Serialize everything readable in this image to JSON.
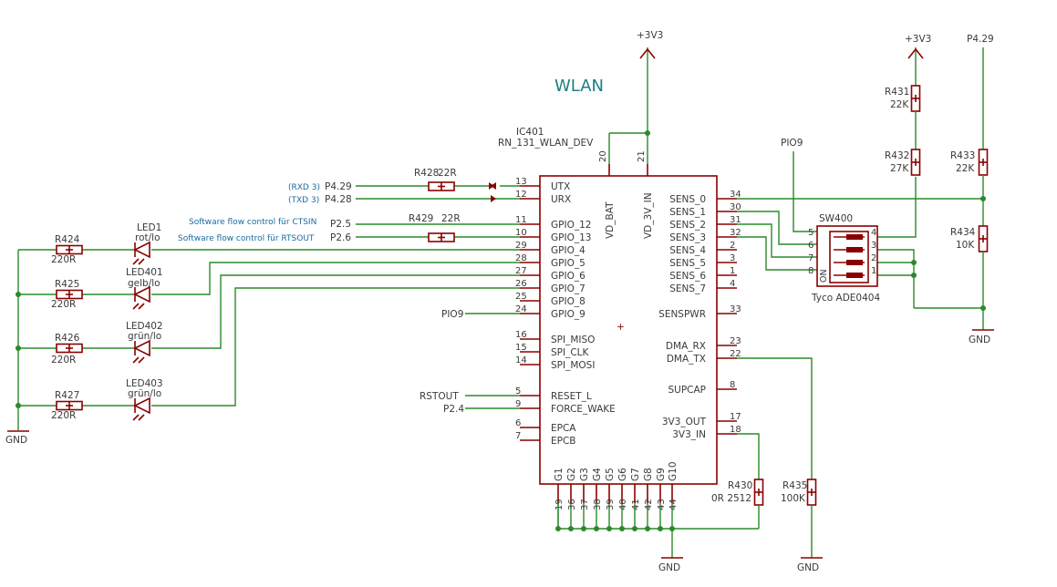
{
  "title": "WLAN",
  "ic": {
    "ref": "IC401",
    "value": "RN_131_WLAN_DEV",
    "top_pins": [
      {
        "num": "20",
        "name": "VD_BAT"
      },
      {
        "num": "21",
        "name": "VD_3V_IN"
      }
    ],
    "left_pins": [
      {
        "num": "13",
        "name": "UTX"
      },
      {
        "num": "12",
        "name": "URX"
      },
      {
        "num": "11",
        "name": "GPIO_12"
      },
      {
        "num": "10",
        "name": "GPIO_13"
      },
      {
        "num": "29",
        "name": "GPIO_4"
      },
      {
        "num": "28",
        "name": "GPIO_5"
      },
      {
        "num": "27",
        "name": "GPIO_6"
      },
      {
        "num": "26",
        "name": "GPIO_7"
      },
      {
        "num": "25",
        "name": "GPIO_8"
      },
      {
        "num": "24",
        "name": "GPIO_9"
      },
      {
        "num": "16",
        "name": "SPI_MISO"
      },
      {
        "num": "15",
        "name": "SPI_CLK"
      },
      {
        "num": "14",
        "name": "SPI_MOSI"
      },
      {
        "num": "5",
        "name": "RESET_L"
      },
      {
        "num": "9",
        "name": "FORCE_WAKE"
      },
      {
        "num": "6",
        "name": "EPCA"
      },
      {
        "num": "7",
        "name": "EPCB"
      }
    ],
    "right_pins": [
      {
        "num": "34",
        "name": "SENS_0"
      },
      {
        "num": "30",
        "name": "SENS_1"
      },
      {
        "num": "31",
        "name": "SENS_2"
      },
      {
        "num": "32",
        "name": "SENS_3"
      },
      {
        "num": "2",
        "name": "SENS_4"
      },
      {
        "num": "3",
        "name": "SENS_5"
      },
      {
        "num": "1",
        "name": "SENS_6"
      },
      {
        "num": "4",
        "name": "SENS_7"
      },
      {
        "num": "33",
        "name": "SENSPWR"
      },
      {
        "num": "23",
        "name": "DMA_RX"
      },
      {
        "num": "22",
        "name": "DMA_TX"
      },
      {
        "num": "8",
        "name": "SUPCAP"
      },
      {
        "num": "17",
        "name": "3V3_OUT"
      },
      {
        "num": "18",
        "name": "3V3_IN"
      }
    ],
    "bottom_pins": [
      {
        "num": "19",
        "name": "G1"
      },
      {
        "num": "36",
        "name": "G2"
      },
      {
        "num": "37",
        "name": "G3"
      },
      {
        "num": "38",
        "name": "G4"
      },
      {
        "num": "39",
        "name": "G5"
      },
      {
        "num": "40",
        "name": "G6"
      },
      {
        "num": "41",
        "name": "G7"
      },
      {
        "num": "42",
        "name": "G8"
      },
      {
        "num": "43",
        "name": "G9"
      },
      {
        "num": "44",
        "name": "G10"
      }
    ]
  },
  "nets": {
    "rxd": "(RXD 3)",
    "txd": "(TXD 3)",
    "p429": "P4.29",
    "p428": "P4.28",
    "p25": "P2.5",
    "p26": "P2.6",
    "pio9": "PIO9",
    "rstout": "RSTOUT",
    "p24": "P2.4",
    "v3_top": "+3V3",
    "v3_right": "+3V3",
    "p429_right": "P4.29",
    "gnd_left": "GND",
    "gnd_bottom": "GND",
    "gnd_r435": "GND",
    "gnd_right": "GND"
  },
  "comments": {
    "cts": "Software flow control für CTSIN",
    "rts": "Software flow control für RTSOUT"
  },
  "resistors": {
    "r428": "R428",
    "r428_val": "22R",
    "r429": "R429",
    "r429_val": "22R",
    "r424": "R424",
    "r425": "R425",
    "r426": "R426",
    "r427": "R427",
    "led_r_val": "220R",
    "r430": "R430",
    "r430_val": "0R 2512",
    "r435": "R435",
    "r435_val": "100K",
    "r431": "R431",
    "r431_val": "22K",
    "r432": "R432",
    "r432_val": "27K",
    "r433": "R433",
    "r433_val": "22K",
    "r434": "R434",
    "r434_val": "10K"
  },
  "leds": [
    {
      "ref": "LED1",
      "value": "rot/lo"
    },
    {
      "ref": "LED401",
      "value": "gelb/lo"
    },
    {
      "ref": "LED402",
      "value": "grün/lo"
    },
    {
      "ref": "LED403",
      "value": "grün/lo"
    }
  ],
  "switch": {
    "ref": "SW400",
    "value": "Tyco ADE0404",
    "on": "ON",
    "left_pins": [
      "5",
      "6",
      "7",
      "8"
    ],
    "right_pins": [
      "4",
      "3",
      "2",
      "1"
    ]
  }
}
